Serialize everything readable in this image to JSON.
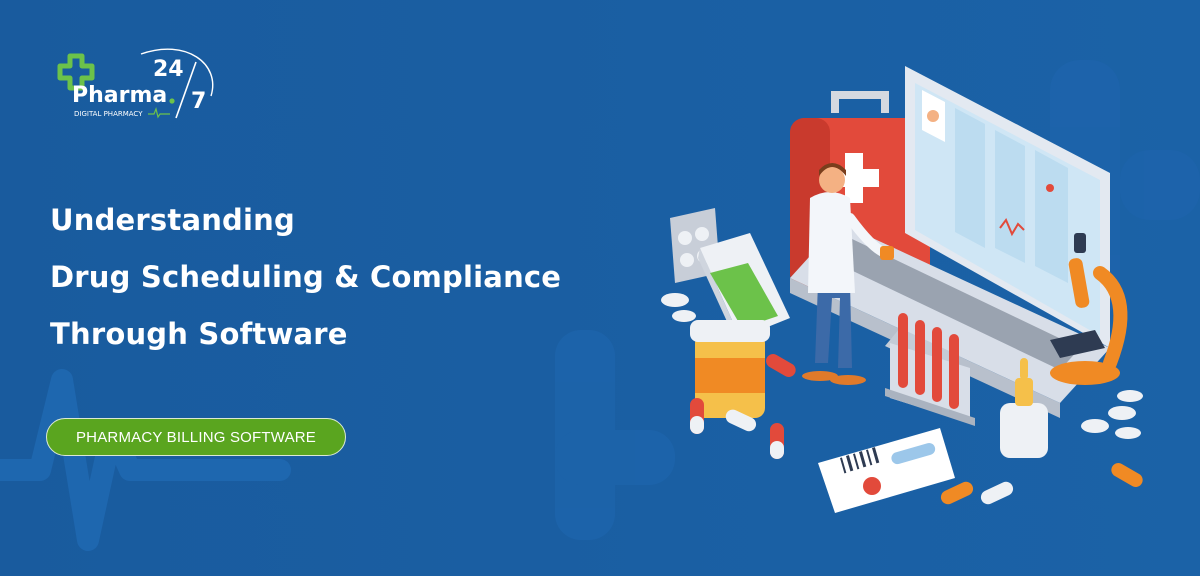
{
  "logo": {
    "brand": "Pharma",
    "num_top": "24",
    "num_bottom": "7",
    "tagline": "DIGITAL PHARMACY"
  },
  "headline": {
    "line1": "Understanding",
    "line2": "Drug Scheduling & Compliance",
    "line3": "Through Software"
  },
  "cta": {
    "label": "PHARMACY BILLING SOFTWARE"
  },
  "colors": {
    "background": "#185a9d",
    "accent_green": "#5aa51f",
    "accent_red": "#e24a3b",
    "accent_orange": "#f08a24"
  }
}
